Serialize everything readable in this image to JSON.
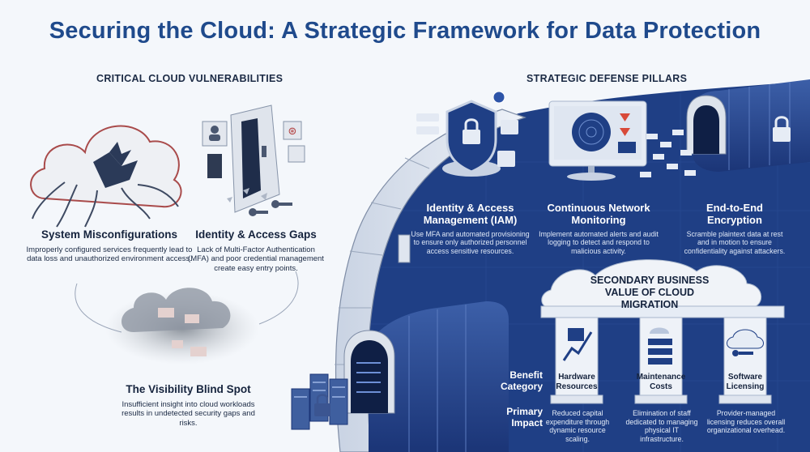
{
  "title": "Securing the Cloud: A Strategic Framework for Data Protection",
  "vulnerabilities": {
    "section_label": "CRITICAL CLOUD VULNERABILITIES",
    "items": [
      {
        "heading": "System Misconfigurations",
        "text": "Improperly configured services frequently lead to data loss and unauthorized environment access."
      },
      {
        "heading": "Identity & Access Gaps",
        "text": "Lack of Multi-Factor Authentication (MFA) and poor credential management create easy entry points."
      },
      {
        "heading": "The Visibility Blind Spot",
        "text": "Insufficient insight into cloud workloads results in undetected security gaps and risks."
      }
    ]
  },
  "defense": {
    "section_label": "STRATEGIC DEFENSE PILLARS",
    "items": [
      {
        "heading": "Identity & Access Management (IAM)",
        "text": "Use MFA and automated provisioning to ensure only authorized personnel access sensitive resources."
      },
      {
        "heading": "Continuous Network Monitoring",
        "text": "Implement automated alerts and audit logging to detect and respond to malicious activity."
      },
      {
        "heading": "End-to-End Encryption",
        "text": "Scramble plaintext data at rest and in motion to ensure confidentiality against attackers."
      }
    ]
  },
  "business": {
    "title": "SECONDARY BUSINESS VALUE OF CLOUD MIGRATION",
    "row_benefit": "Benefit Category",
    "row_impact": "Primary Impact",
    "pillars": [
      {
        "label": "Hardware Resources",
        "impact": "Reduced capital expenditure through dynamic resource scaling."
      },
      {
        "label": "Maintenance Costs",
        "impact": "Elimination of staff dedicated to managing physical IT infrastructure."
      },
      {
        "label": "Software Licensing",
        "impact": "Provider-managed licensing reduces overall organizational overhead."
      }
    ]
  },
  "colors": {
    "navy": "#1f3f85",
    "title_blue": "#1f4a8c",
    "bg": "#f4f7fb",
    "alert_red": "#d84a3a"
  }
}
